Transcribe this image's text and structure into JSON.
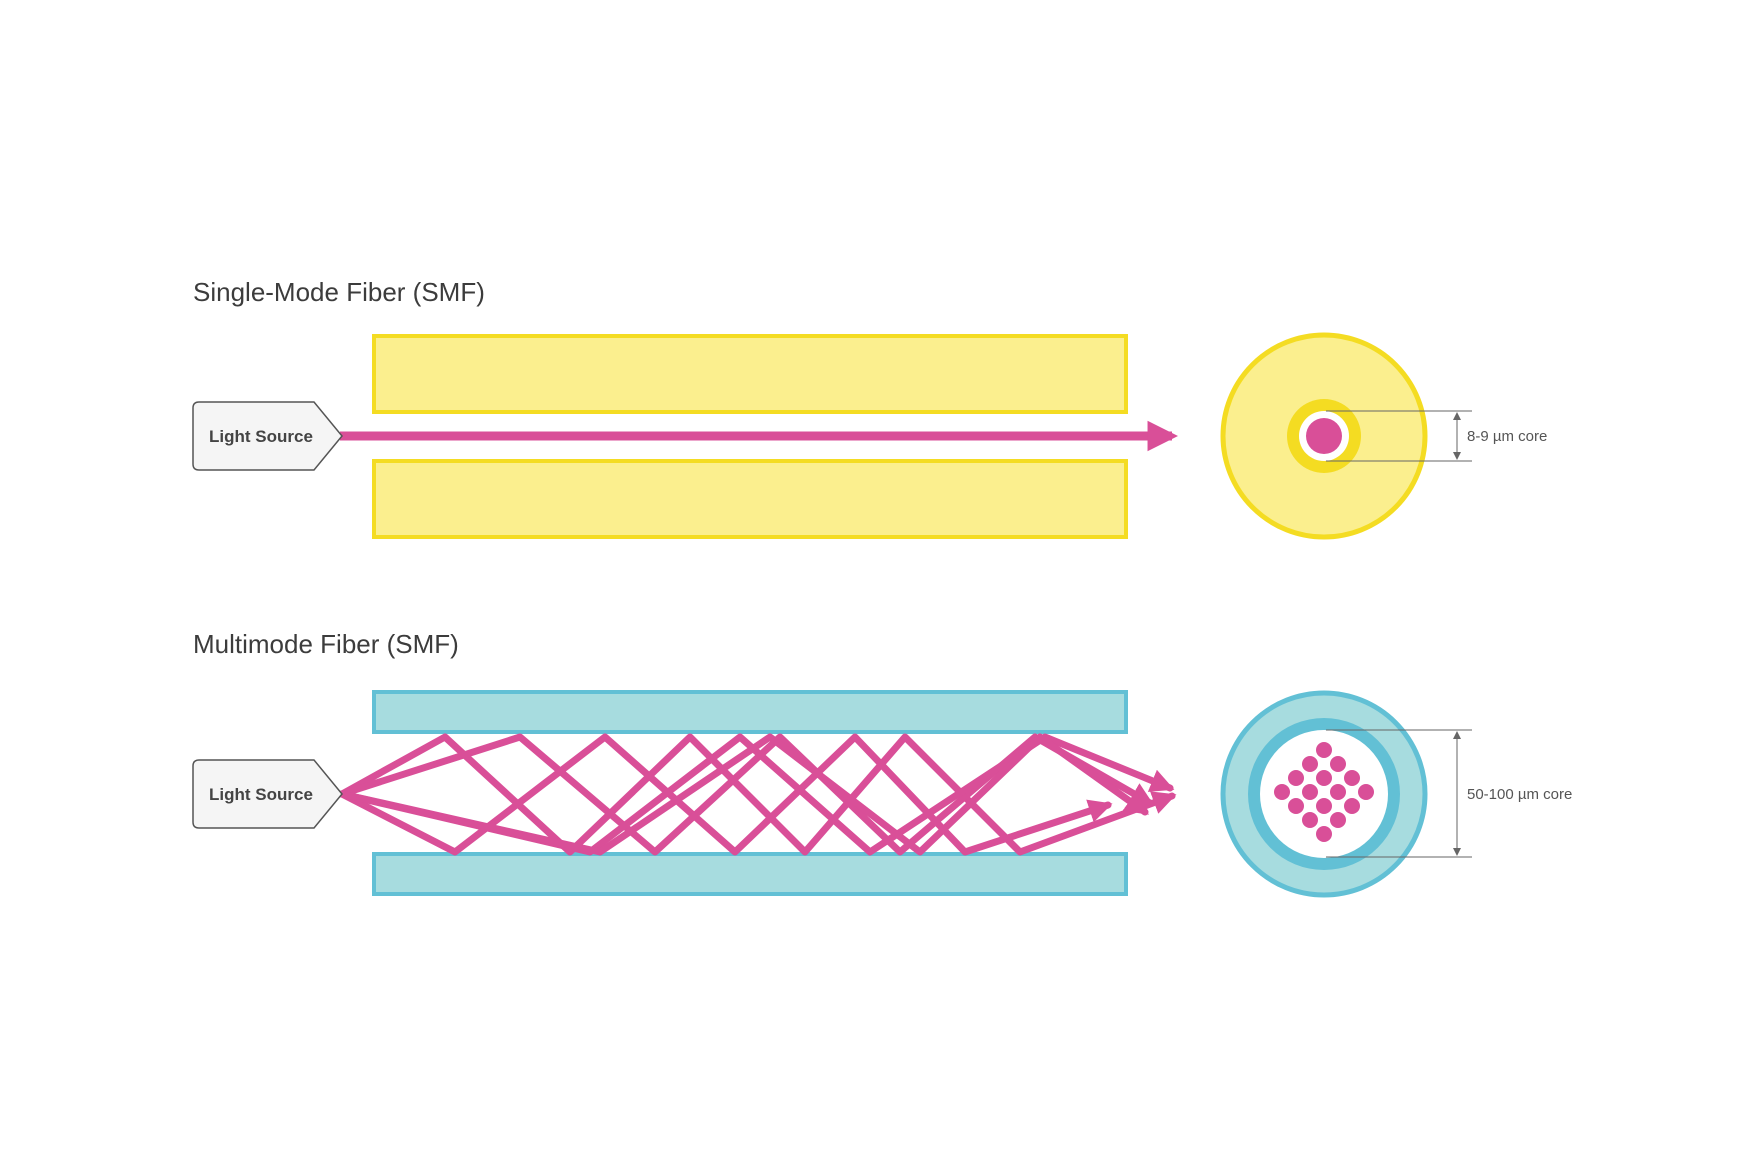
{
  "smf": {
    "title": "Single-Mode Fiber (SMF)",
    "source_label": "Light Source",
    "core_label": "8-9 µm core"
  },
  "mmf": {
    "title": "Multimode Fiber (SMF)",
    "source_label": "Light Source",
    "core_label": "50-100 µm core"
  },
  "colors": {
    "background": "#ffffff",
    "smf_cladding_fill": "#fbef8e",
    "smf_cladding_stroke": "#f4dc22",
    "mmf_cladding_fill": "#a7dcdf",
    "mmf_cladding_stroke": "#62c0d5",
    "light_ray": "#d94f98",
    "source_box_fill": "#f5f5f5",
    "source_box_stroke": "#555555",
    "dimension_line": "#666666"
  }
}
